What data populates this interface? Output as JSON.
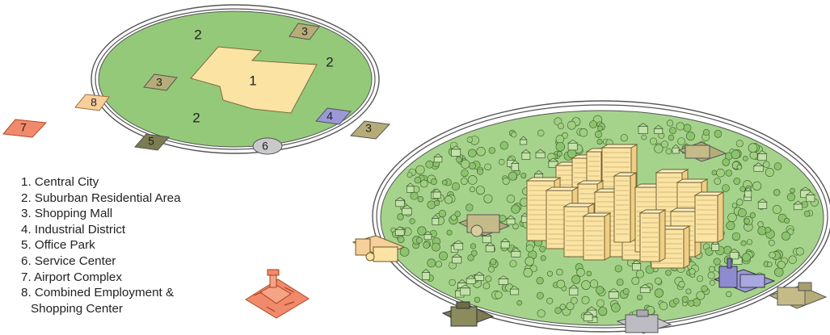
{
  "colors": {
    "suburban_green": "#95c97a",
    "central_city": "#fbe3a4",
    "shopping_mall": "#b6ac78",
    "industrial": "#9a98d8",
    "office_park": "#7c7c52",
    "service_center": "#c9c9cc",
    "airport": "#f08a6a",
    "combined_center": "#f7cf9b",
    "ring_stroke": "#555555"
  },
  "map_labels": {
    "central_city": "1",
    "suburban_a": "2",
    "suburban_b": "2",
    "suburban_c": "2",
    "mall_a": "3",
    "mall_b": "3",
    "mall_c": "3",
    "industrial": "4",
    "office_park": "5",
    "service_center": "6",
    "airport": "7",
    "combined": "8"
  },
  "legend": [
    "1. Central City",
    "2. Suburban Residential Area",
    "3. Shopping Mall",
    "4. Industrial District",
    "5. Office Park",
    "6. Service Center",
    "7. Airport Complex",
    "8. Combined Employment &",
    "Shopping Center"
  ],
  "icons": {
    "houses": "house-icon",
    "towers": "tower-icon",
    "trees": "tree-icon"
  }
}
